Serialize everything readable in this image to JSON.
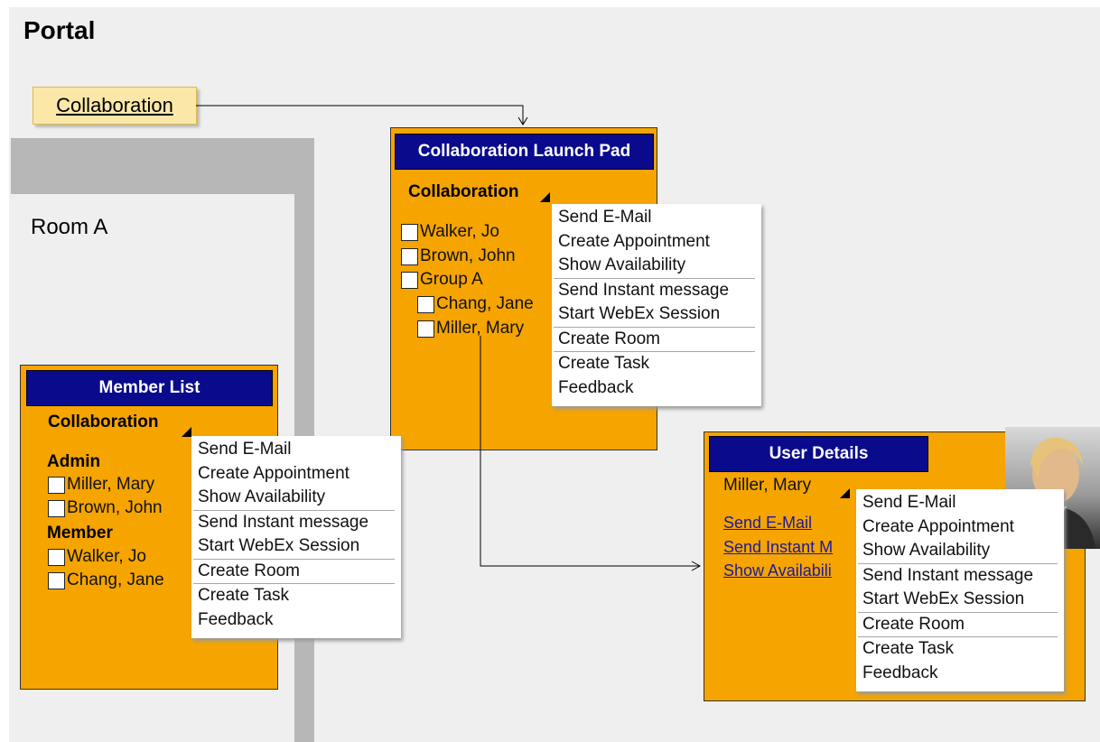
{
  "page": {
    "title": "Portal"
  },
  "collaboration_link": {
    "label": "Collaboration"
  },
  "room": {
    "title": "Room A"
  },
  "launch_pad": {
    "title": "Collaboration Launch Pad",
    "collab_label": "Collaboration",
    "contacts": [
      "Walker, Jo",
      "Brown, John",
      "Group A"
    ],
    "group_members": [
      "Chang, Jane",
      "Miller, Mary"
    ]
  },
  "member_list": {
    "title": "Member List",
    "collab_label": "Collaboration",
    "admin_heading": "Admin",
    "admins": [
      "Miller, Mary",
      "Brown, John"
    ],
    "member_heading": "Member",
    "members": [
      "Walker, Jo",
      "Chang, Jane"
    ]
  },
  "user_details": {
    "title": "User Details",
    "name": "Miller, Mary",
    "links": [
      "Send E-Mail",
      "Send Instant M",
      "Show Availabili"
    ],
    "photo_icon": "person-photo-icon"
  },
  "context_menu": {
    "groups": [
      [
        "Send E-Mail",
        "Create Appointment",
        "Show Availability"
      ],
      [
        "Send Instant message",
        "Start WebEx Session"
      ],
      [
        "Create Room"
      ],
      [
        "Create Task",
        "Feedback"
      ]
    ]
  },
  "colors": {
    "panel_bg": "#f5a400",
    "title_bar": "#0a0a8c",
    "frame_grey": "#b7b7b7",
    "link_box": "#fbe7a8"
  }
}
